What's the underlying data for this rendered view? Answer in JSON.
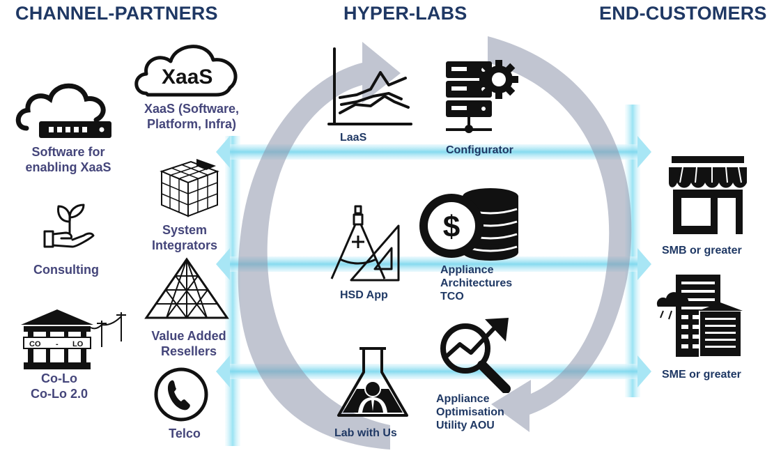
{
  "headings": {
    "channel_partners": "CHANNEL-PARTNERS",
    "hyper_labs": "HYPER-LABS",
    "end_customers": "END-CUSTOMERS"
  },
  "channel_partners": {
    "software_xaas": "Software for\nenabling XaaS",
    "xaas_icon_text": "XaaS",
    "xaas": "XaaS (Software,\nPlatform, Infra)",
    "system_integrators": "System\nIntegrators",
    "consulting": "Consulting",
    "value_added_resellers": "Value Added\nResellers",
    "colo_sign_left": "CO",
    "colo_sign_mid": "-",
    "colo_sign_right": "LO",
    "colo": "Co-Lo\nCo-Lo 2.0",
    "telco": "Telco"
  },
  "hyper_labs": {
    "laas": "LaaS",
    "configurator": "Configurator",
    "hsd_app": "HSD App",
    "appliance_architectures": "Appliance\nArchitectures\nTCO",
    "lab_with_us": "Lab with Us",
    "appliance_optimisation": "Appliance\nOptimisation\nUtility AOU"
  },
  "end_customers": {
    "smb": "SMB or greater",
    "sme": "SME or greater"
  },
  "colors": {
    "heading": "#1f3864",
    "partner_label": "#44457a",
    "lab_label": "#1f3864",
    "icon": "#111111",
    "band": "#7fd8ee",
    "cycle": "#8e96ac"
  }
}
